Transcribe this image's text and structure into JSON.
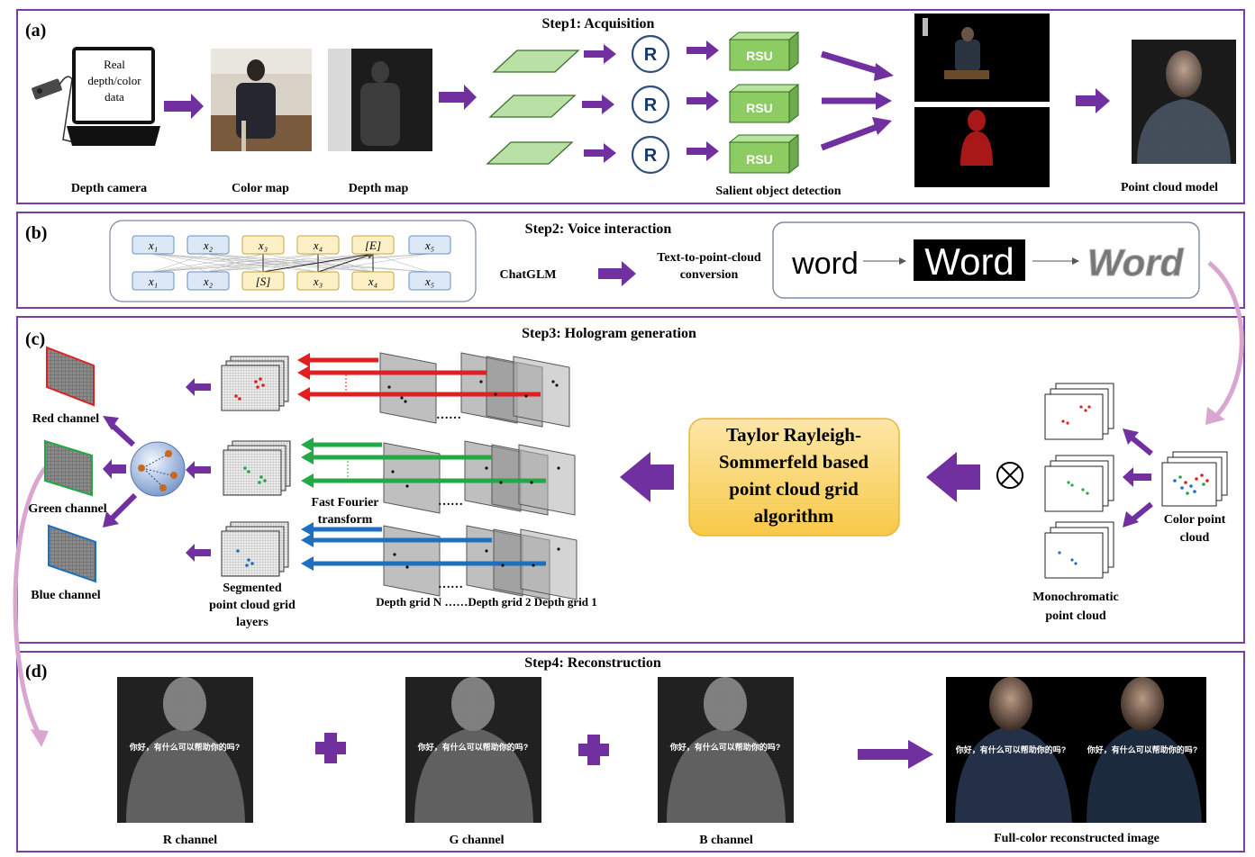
{
  "panels": {
    "a": {
      "label": "(a)",
      "step": "Step1: Acquisition",
      "laptop_text": [
        "Real",
        "depth/color",
        "data"
      ],
      "captions": {
        "depth_camera": "Depth camera",
        "color_map": "Color map",
        "depth_map": "Depth map",
        "salient": "Salient object detection",
        "point_cloud_model": "Point cloud model"
      },
      "r_label": "R",
      "rsu_label": "RSU"
    },
    "b": {
      "label": "(b)",
      "step": "Step2: Voice interaction",
      "chatglm": "ChatGLM",
      "conversion": [
        "Text-to-point-cloud",
        "conversion"
      ],
      "top_tokens": [
        "x₁",
        "x₂",
        "x₃",
        "x₄",
        "[E]",
        "x₅"
      ],
      "bottom_tokens": [
        "x₁",
        "x₂",
        "[S]",
        "x₃",
        "x₄",
        "x₅"
      ],
      "word_plain": "word",
      "word_inverted": "Word",
      "word_3d": "Word"
    },
    "c": {
      "label": "(c)",
      "step": "Step3: Hologram generation",
      "red_channel": "Red channel",
      "green_channel": "Green channel",
      "blue_channel": "Blue channel",
      "fft": [
        "Fast Fourier",
        "transform"
      ],
      "segmented": [
        "Segmented",
        "point cloud grid",
        "layers"
      ],
      "depth_grids": "Depth grid N ……Depth grid 2 Depth grid 1",
      "ellipsis": "……",
      "algorithm": [
        "Taylor Rayleigh-",
        "Sommerfeld based",
        "point cloud grid",
        "algorithm"
      ],
      "color_point_cloud": [
        "Color point",
        "cloud"
      ],
      "mono_point_cloud": [
        "Monochromatic",
        "point cloud"
      ]
    },
    "d": {
      "label": "(d)",
      "step": "Step4: Reconstruction",
      "r_channel": "R channel",
      "g_channel": "G channel",
      "b_channel": "B channel",
      "full_color": "Full-color reconstructed image",
      "overlay_text": "你好，有什么可以帮助你的吗?"
    }
  },
  "colors": {
    "frame": "#7a3ea0",
    "arrow": "#7030a0",
    "pink_arrow": "#d9a6cf",
    "rsu_green": "#9bd17a",
    "layer_green": "#b9e0a5",
    "algo_fill": "#fbd56b",
    "red": "#e02020",
    "green": "#22a845",
    "blue": "#1f6fbf"
  }
}
